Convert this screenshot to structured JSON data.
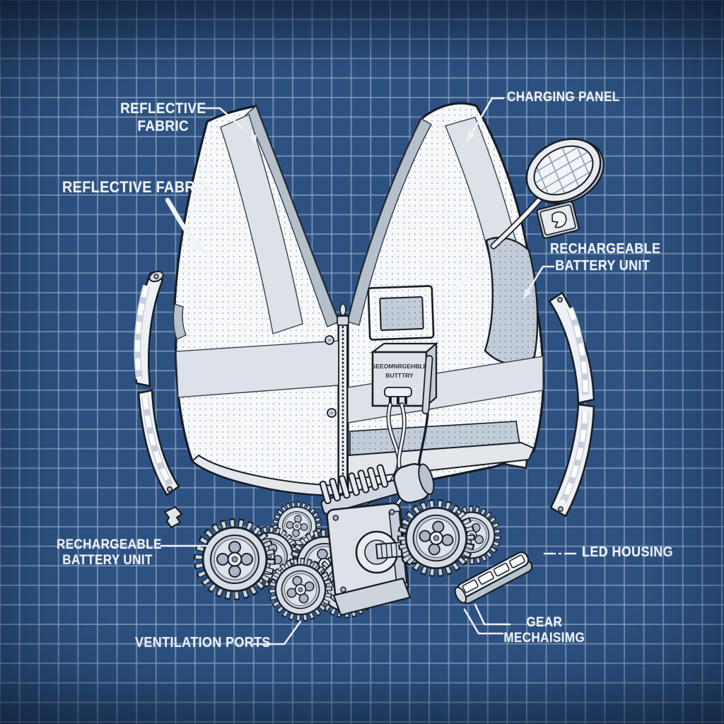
{
  "background": {
    "base_color": "#2d5181",
    "grid_color": "#94abc8"
  },
  "annotation_color": "#eff3f7",
  "illustration_colors": {
    "fabric": "#f6f8fa",
    "reflective_stripe": "#dde2e8",
    "lining": "#b6c0cc",
    "outline": "#181e26",
    "metal": "#d7dde5"
  },
  "labels": {
    "reflective_fabric_top": {
      "line1": "REFLECTIVE",
      "line2": "FABRIC"
    },
    "reflective_fabric_side": {
      "line1": "REFLECTIVE FABRIC"
    },
    "charging_panel": {
      "line1": "CHARGING PANEL"
    },
    "rechargeable_battery_right": {
      "line1": "RECHARGEABLE",
      "line2": "BATTERY UNIT"
    },
    "rechargeable_battery_left": {
      "line1": "RECHARGEABLE",
      "line2": "BATTERY UNIT"
    },
    "ventilation_ports": {
      "line1": "VENTILATION PORTS"
    },
    "led_housing": {
      "line1": "LED HOUSING"
    },
    "gear_mechanism": {
      "line1": "GEAR",
      "line2": "MECHAISIMG"
    }
  },
  "battery_box": {
    "line1": "SEEOMNRGEHBLE",
    "line2": "BUTTTRY"
  }
}
